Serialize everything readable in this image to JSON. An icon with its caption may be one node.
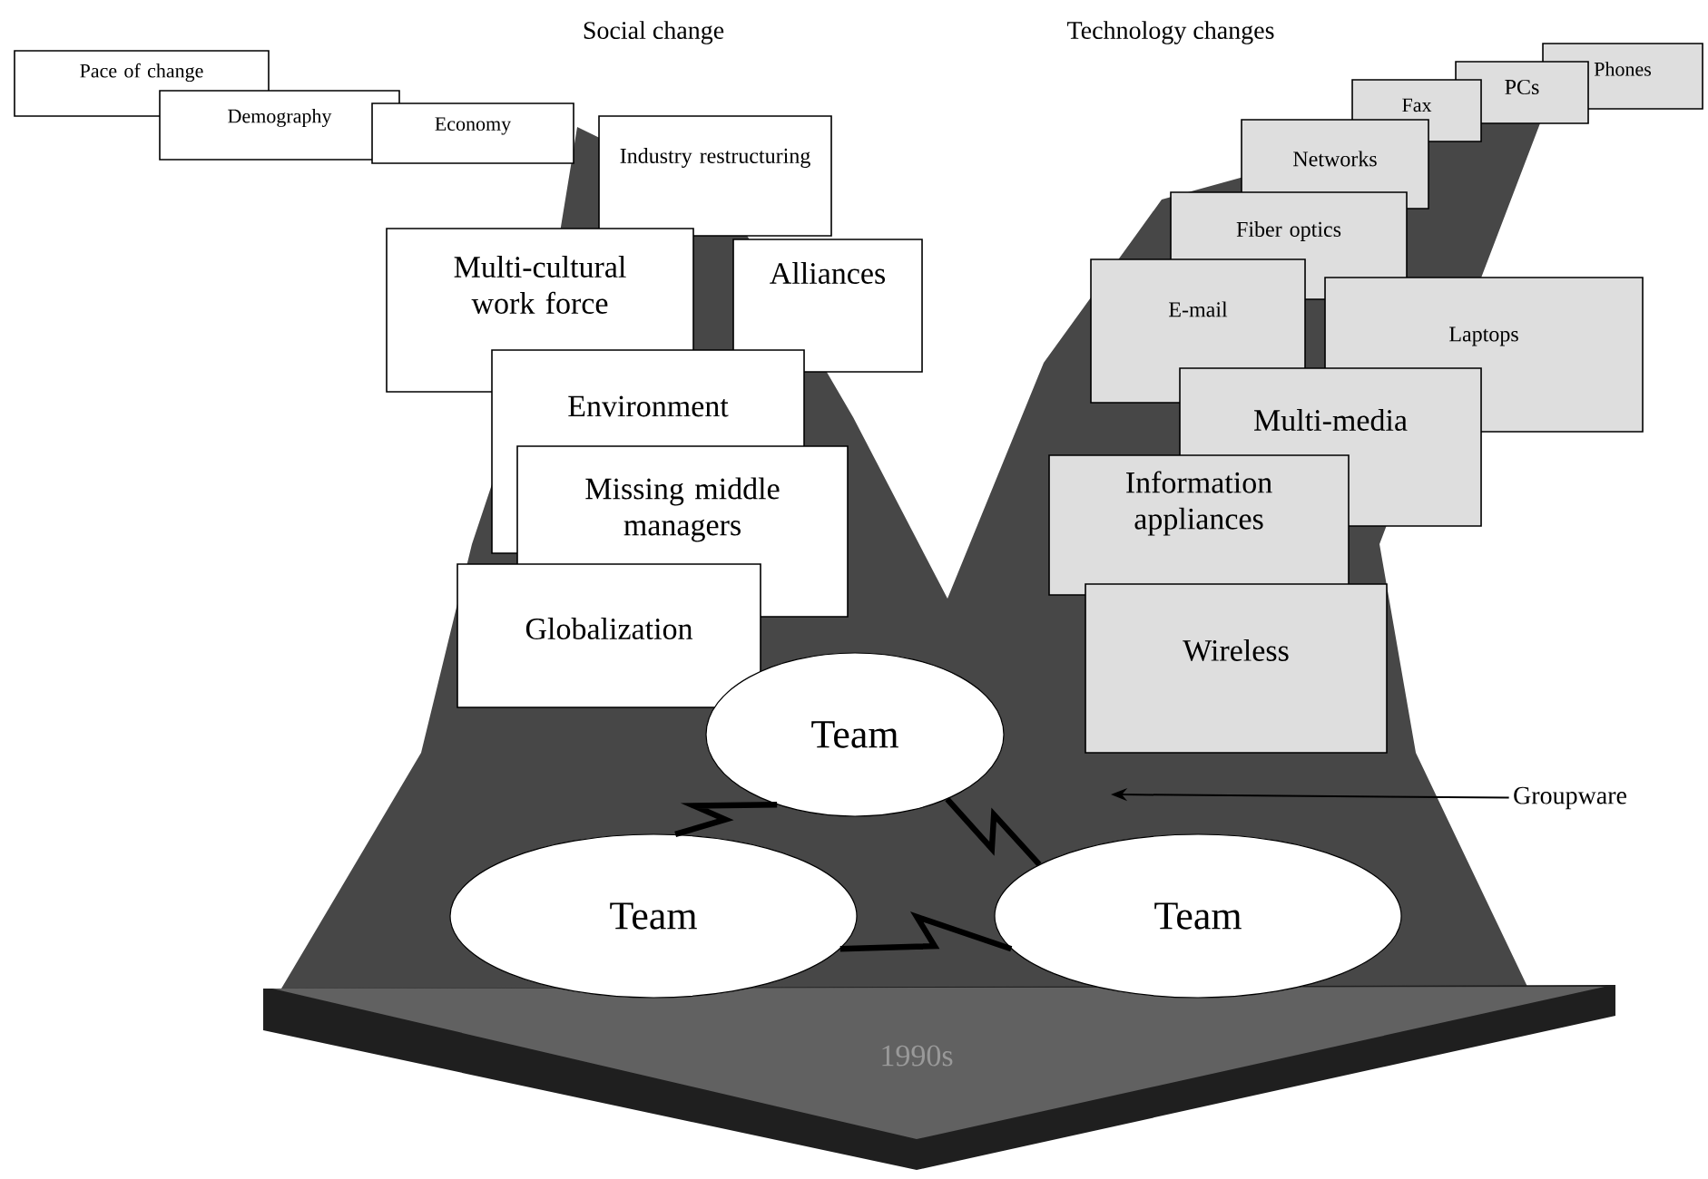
{
  "diagram": {
    "nodes": [
      {
        "text": [
          "Pace of change"
        ]
      },
      {
        "text": [
          "Demography"
        ]
      },
      {
        "text": [
          "Economy"
        ]
      },
      {
        "text": [
          "Industry restructuring"
        ]
      },
      {
        "text": [
          "Multi-cultural work force"
        ]
      },
      {
        "text": [
          "Alliances"
        ]
      },
      {
        "text": [
          "Environment"
        ]
      },
      {
        "text": [
          "Missing middle managers"
        ]
      },
      {
        "text": [
          "Globalization"
        ]
      },
      {
        "text": [
          "Phones"
        ]
      },
      {
        "text": [
          "PCs"
        ]
      },
      {
        "text": [
          "Fax"
        ]
      },
      {
        "text": [
          "Networks"
        ]
      },
      {
        "text": [
          "Fiber optics"
        ]
      },
      {
        "text": [
          "E-mail"
        ]
      },
      {
        "text": [
          "Laptops"
        ]
      },
      {
        "text": [
          "Multi-media"
        ]
      },
      {
        "text": [
          "Information appliances"
        ]
      },
      {
        "text": [
          "Wireless"
        ]
      },
      {
        "text": [
          "Team"
        ]
      },
      {
        "text": [
          "Team"
        ]
      },
      {
        "text": [
          "Team"
        ]
      },
      {
        "text": [
          "Groupware"
        ]
      }
    ],
    "edges": [
      {
        "from": 19,
        "to": 20,
        "arrow": "none"
      },
      {
        "from": 19,
        "to": 21,
        "arrow": "none"
      },
      {
        "from": 20,
        "to": 21,
        "arrow": "none"
      },
      {
        "from": 22,
        "to": null,
        "arrow": "to"
      }
    ],
    "labels": [
      "Social change",
      "Technology changes",
      "1990s"
    ]
  }
}
